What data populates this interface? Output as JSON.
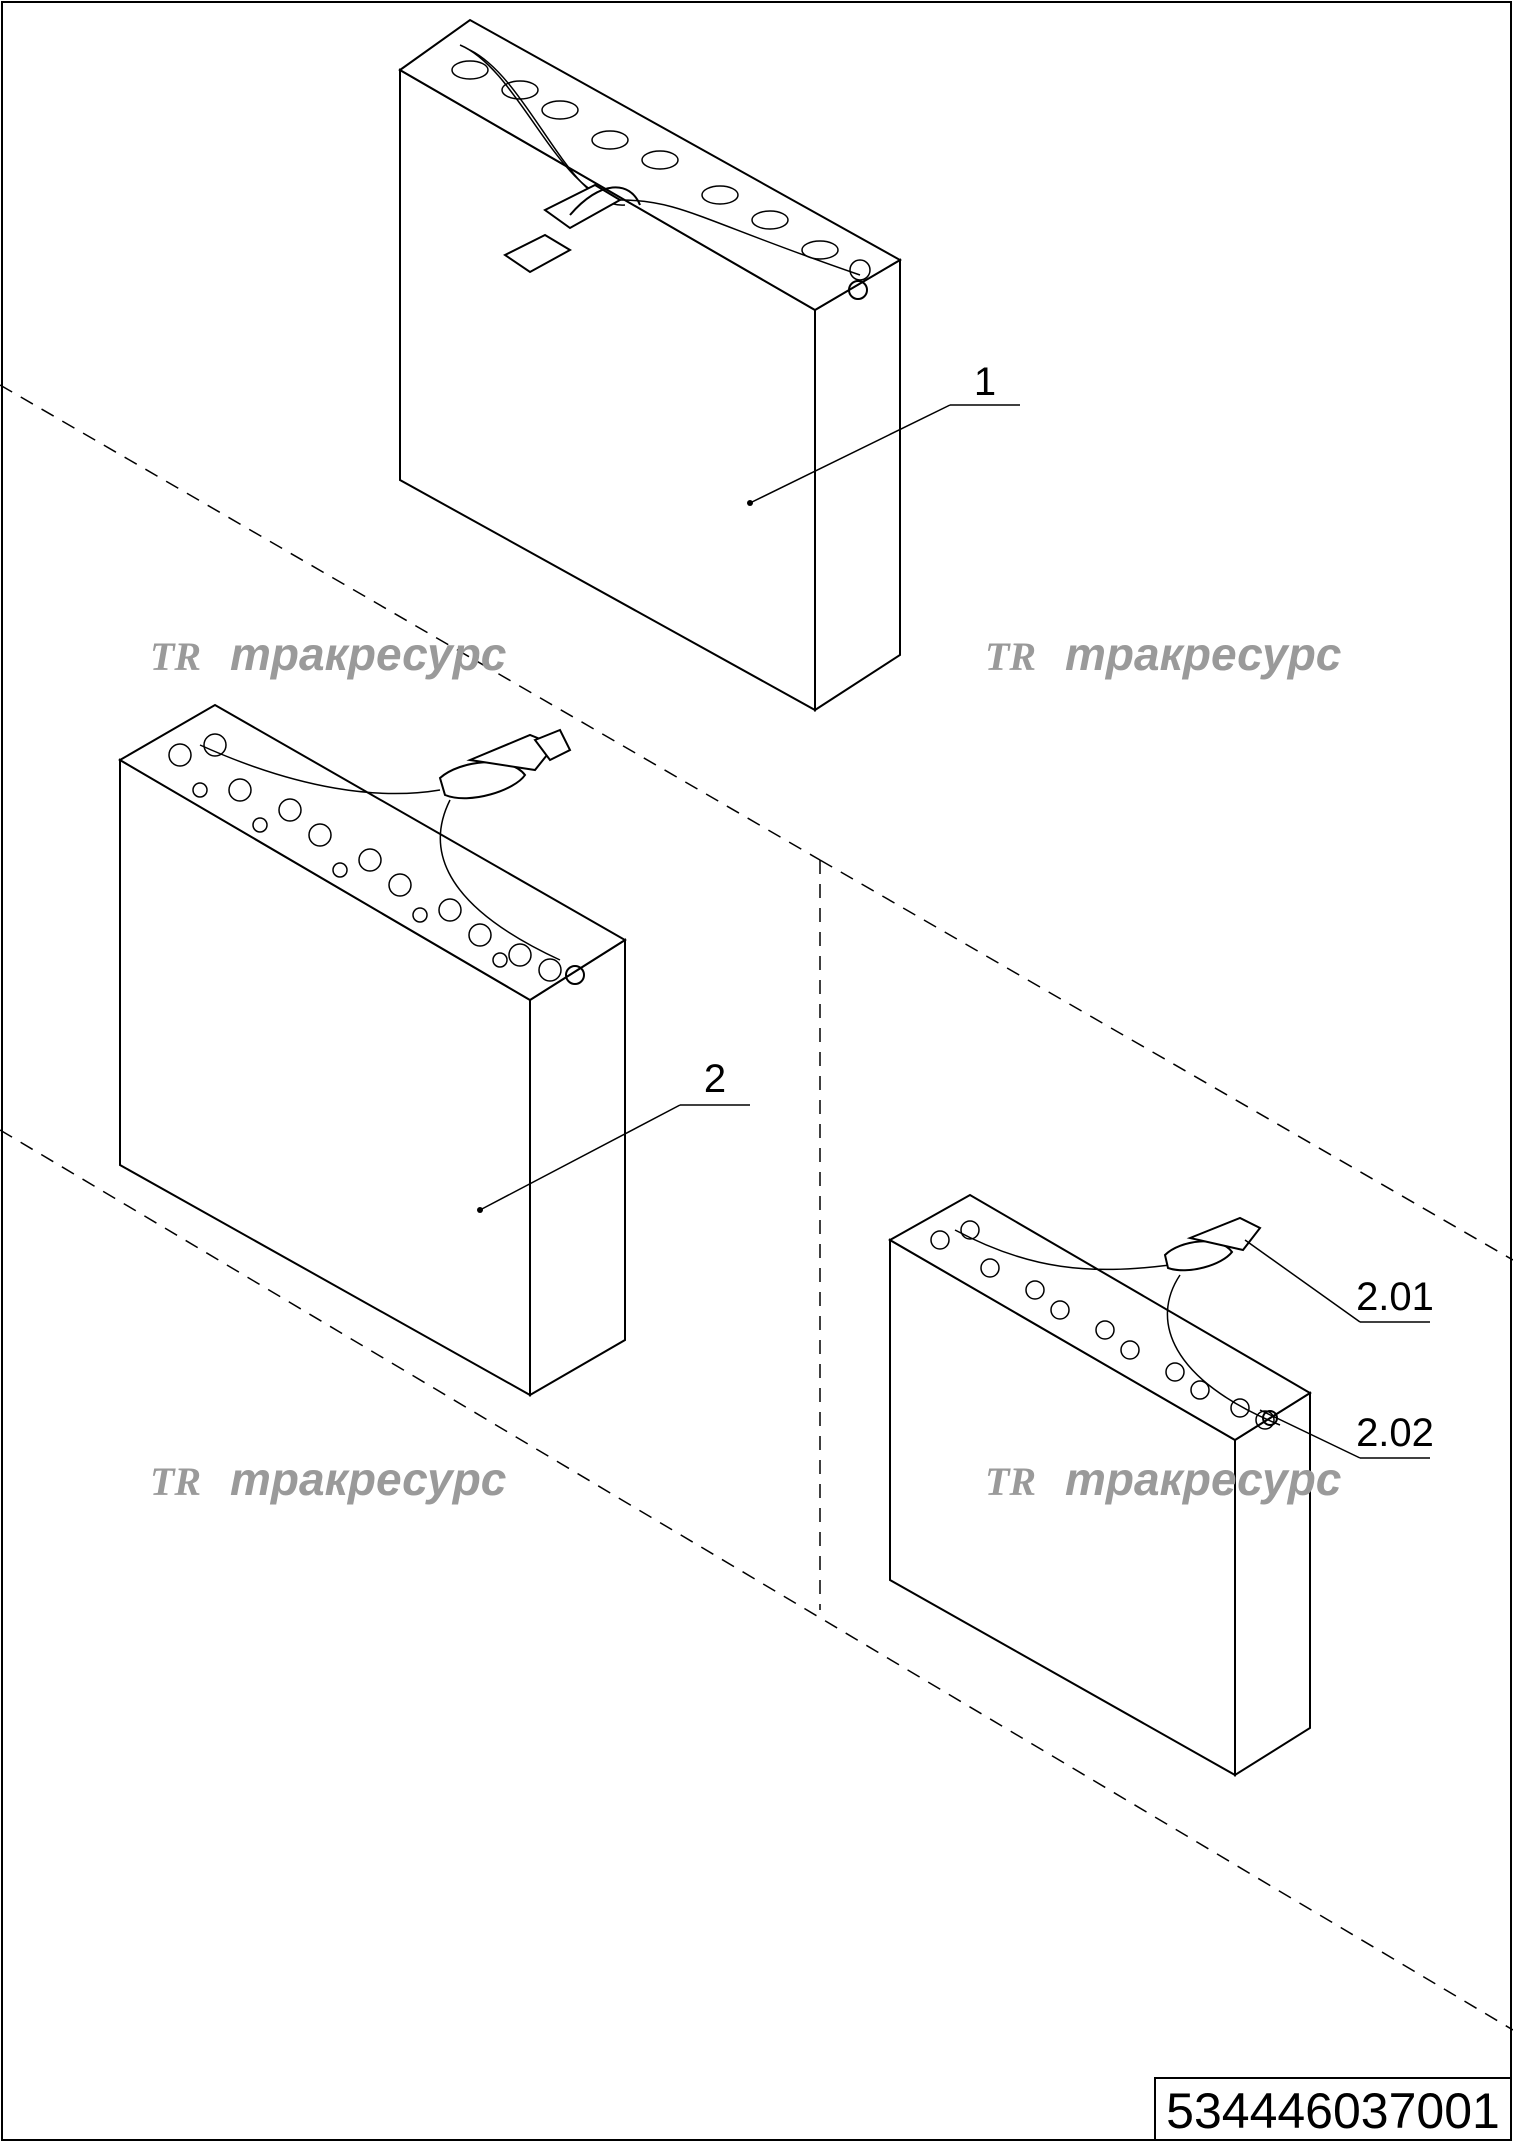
{
  "drawing": {
    "items": [
      {
        "label": "1"
      },
      {
        "label": "2"
      },
      {
        "label": "2.01"
      },
      {
        "label": "2.02"
      }
    ],
    "watermark": {
      "logo": "TR",
      "text": "тракресурс"
    },
    "document_number": "534446037001"
  },
  "colors": {
    "line": "#000000",
    "watermark": "#9a9a9a"
  }
}
